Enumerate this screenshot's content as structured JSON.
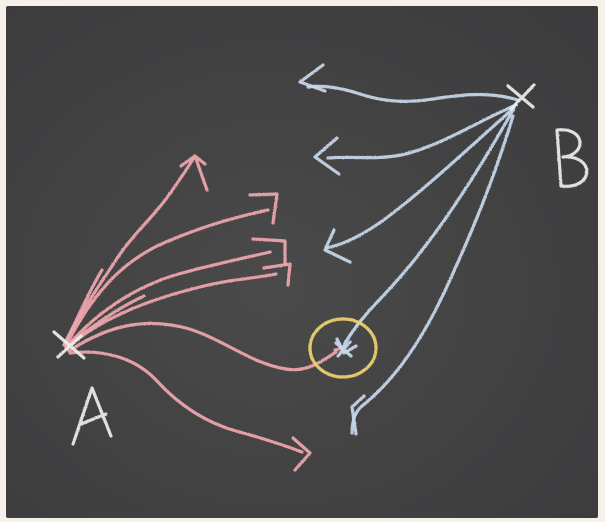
{
  "board": {
    "labels": {
      "point_a": "A",
      "point_b": "B"
    },
    "colors": {
      "board": "#434344",
      "frame": "#f5f1e8",
      "pink_chalk": "#f0a6ad",
      "blue_chalk": "#c8d9ec",
      "white_chalk": "#eeeeea",
      "yellow_chalk": "#f1d46d"
    },
    "arrow_groups": {
      "from_a_count": 6,
      "from_b_count": 5
    }
  }
}
